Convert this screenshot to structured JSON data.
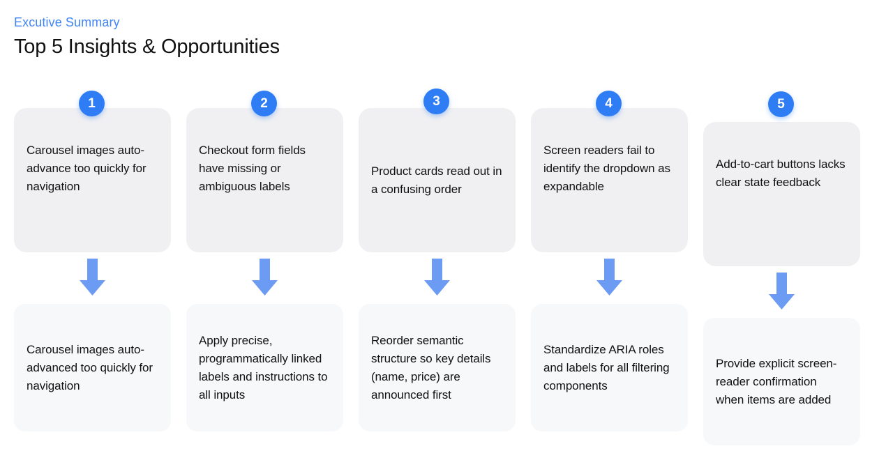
{
  "header": {
    "eyebrow": "Excutive Summary",
    "title": "Top 5 Insights & Opportunities"
  },
  "colors": {
    "eyebrow_blue": "#4285f4",
    "badge_blue": "#2f7df4",
    "arrow_blue": "#6b9bf2",
    "insight_card_bg": "#f0f0f2",
    "opportunity_card_bg": "#f7f8fa",
    "title_black": "#111111",
    "page_bg": "#ffffff"
  },
  "columns": [
    {
      "number": "1",
      "insight": "Carousel images auto-advance too quickly for navigation",
      "arrow_icon": "arrow-down-icon",
      "opportunity": "Carousel images auto-advanced too quickly for navigation"
    },
    {
      "number": "2",
      "insight": "Checkout form fields have missing or ambiguous labels",
      "arrow_icon": "arrow-down-icon",
      "opportunity": "Apply precise, programmatically linked labels and instructions to all inputs"
    },
    {
      "number": "3",
      "insight": "Product cards read out in a confusing order",
      "arrow_icon": "arrow-down-icon",
      "opportunity": "Reorder semantic structure so key details (name, price) are announced first"
    },
    {
      "number": "4",
      "insight": "Screen readers fail to identify the dropdown as expandable",
      "arrow_icon": "arrow-down-icon",
      "opportunity": "Standardize ARIA roles and labels for all filtering components"
    },
    {
      "number": "5",
      "insight": "Add-to-cart buttons lacks clear state feedback",
      "arrow_icon": "arrow-down-icon",
      "opportunity": "Provide explicit screen-reader confirmation when items are added"
    }
  ]
}
